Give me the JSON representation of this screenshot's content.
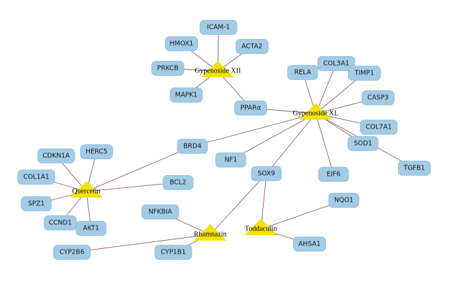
{
  "compounds": [
    {
      "id": "gxii",
      "label": "Gypenoside XII"
    },
    {
      "id": "gxl",
      "label": "Gypenoside XL"
    },
    {
      "id": "quercetin",
      "label": "Quercetin"
    },
    {
      "id": "rhamnazin",
      "label": "Rhamnazin"
    },
    {
      "id": "toddaculin",
      "label": "Toddaculin"
    }
  ],
  "genes": [
    {
      "id": "ICAM1",
      "label": "ICAM-1"
    },
    {
      "id": "HMOX1",
      "label": "HMOX1"
    },
    {
      "id": "ACTA2",
      "label": "ACTA2"
    },
    {
      "id": "PRKCB",
      "label": "PRKCB"
    },
    {
      "id": "MAPK1",
      "label": "MAPK1"
    },
    {
      "id": "PPARa",
      "label": "PPARα"
    },
    {
      "id": "RELA",
      "label": "RELA"
    },
    {
      "id": "COL3A1",
      "label": "COL3A1"
    },
    {
      "id": "TIMP1",
      "label": "TIMP1"
    },
    {
      "id": "CASP3",
      "label": "CASP3"
    },
    {
      "id": "COL7A1",
      "label": "COL7A1"
    },
    {
      "id": "SOD1",
      "label": "SOD1"
    },
    {
      "id": "TGFB1",
      "label": "TGFB1"
    },
    {
      "id": "EIF6",
      "label": "EIF6"
    },
    {
      "id": "NF1",
      "label": "NF1"
    },
    {
      "id": "BRD4",
      "label": "BRD4"
    },
    {
      "id": "SOX9",
      "label": "SOX9"
    },
    {
      "id": "CDKN1A",
      "label": "CDKN1A"
    },
    {
      "id": "HERC5",
      "label": "HERC5"
    },
    {
      "id": "COL1A1",
      "label": "COL1A1"
    },
    {
      "id": "BCL2",
      "label": "BCL2"
    },
    {
      "id": "SPZ1",
      "label": "SPZ1"
    },
    {
      "id": "CCND1",
      "label": "CCND1"
    },
    {
      "id": "AKT1",
      "label": "AKT1"
    },
    {
      "id": "NFKBIA",
      "label": "NFKBIA"
    },
    {
      "id": "CYP2B6",
      "label": "CYP2B6"
    },
    {
      "id": "CYP1B1",
      "label": "CYP1B1"
    },
    {
      "id": "NQO1",
      "label": "NQO1"
    },
    {
      "id": "AHSA1",
      "label": "AHSA1"
    }
  ],
  "edges": [
    [
      "gxii",
      "ICAM1"
    ],
    [
      "gxii",
      "HMOX1"
    ],
    [
      "gxii",
      "ACTA2"
    ],
    [
      "gxii",
      "PRKCB"
    ],
    [
      "gxii",
      "MAPK1"
    ],
    [
      "gxii",
      "PPARa"
    ],
    [
      "gxl",
      "PPARa"
    ],
    [
      "gxl",
      "RELA"
    ],
    [
      "gxl",
      "COL3A1"
    ],
    [
      "gxl",
      "TIMP1"
    ],
    [
      "gxl",
      "CASP3"
    ],
    [
      "gxl",
      "COL7A1"
    ],
    [
      "gxl",
      "SOD1"
    ],
    [
      "gxl",
      "TGFB1"
    ],
    [
      "gxl",
      "EIF6"
    ],
    [
      "gxl",
      "NF1"
    ],
    [
      "gxl",
      "BRD4"
    ],
    [
      "gxl",
      "SOX9"
    ],
    [
      "quercetin",
      "BRD4"
    ],
    [
      "quercetin",
      "CDKN1A"
    ],
    [
      "quercetin",
      "HERC5"
    ],
    [
      "quercetin",
      "COL1A1"
    ],
    [
      "quercetin",
      "BCL2"
    ],
    [
      "quercetin",
      "SPZ1"
    ],
    [
      "quercetin",
      "CCND1"
    ],
    [
      "quercetin",
      "AKT1"
    ],
    [
      "rhamnazin",
      "SOX9"
    ],
    [
      "rhamnazin",
      "NFKBIA"
    ],
    [
      "rhamnazin",
      "CYP2B6"
    ],
    [
      "rhamnazin",
      "CYP1B1"
    ],
    [
      "toddaculin",
      "SOX9"
    ],
    [
      "toddaculin",
      "NQO1"
    ],
    [
      "toddaculin",
      "AHSA1"
    ]
  ],
  "colors": {
    "gene_fill": "#a2cbe6",
    "compound_fill": "#f2e20f",
    "edge": "#8b5a5a"
  }
}
